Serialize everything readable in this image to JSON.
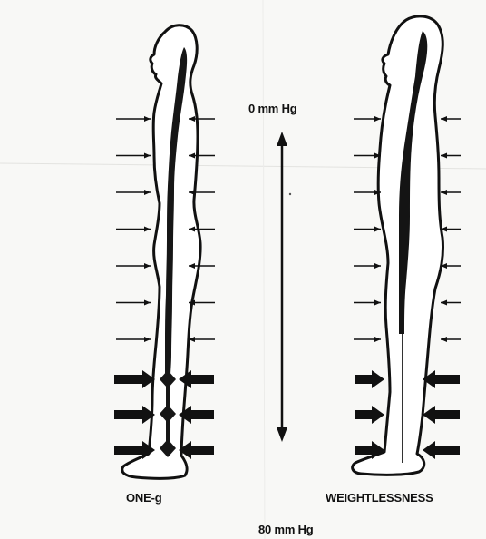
{
  "labels": {
    "top_pressure": "0 mm Hg",
    "bottom_pressure": "80 mm Hg",
    "left_figure": "ONE-g",
    "right_figure": "WEIGHTLESSNESS"
  },
  "arrows": {
    "small_pairs_each_side": 7,
    "large_pairs_each_side": 3
  },
  "colors": {
    "ink": "#111111",
    "background": "#f8f8f6"
  }
}
